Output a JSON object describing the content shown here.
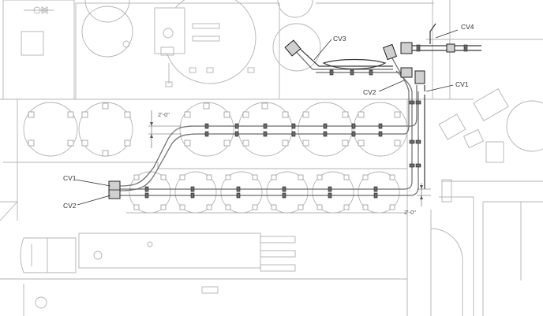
{
  "labels": {
    "cv1_left": "CV1",
    "cv2_left": "CV2",
    "cv1_right": "CV1",
    "cv2_right": "CV2",
    "cv3": "CV3",
    "cv4": "CV4"
  },
  "dimensions": {
    "spacing_top": "2'-0\"",
    "spacing_right": "2'-0\""
  }
}
